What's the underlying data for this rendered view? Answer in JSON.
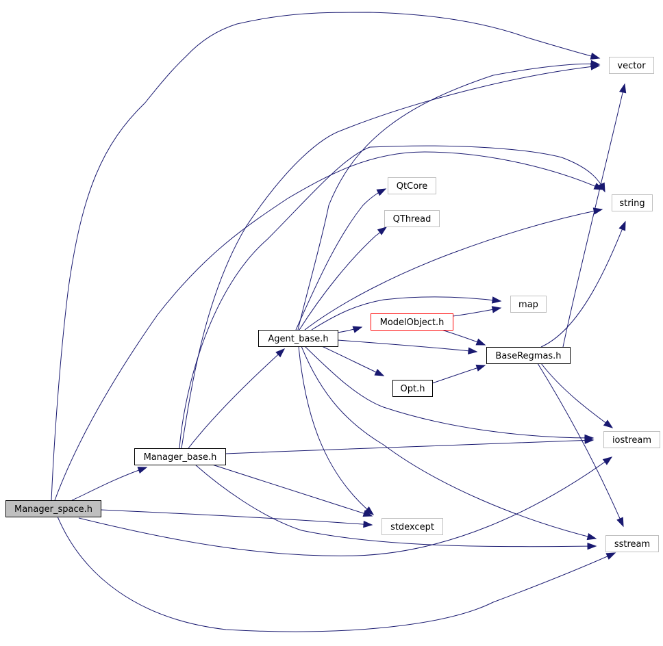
{
  "colors": {
    "edge": "#191970",
    "root_fill": "#bfbfbf",
    "documented_border": "#000000",
    "external_border": "#bfbfbf",
    "undocumented_border": "#ff0000",
    "background": "#ffffff"
  },
  "nodes": [
    {
      "id": "manager_space",
      "label": "Manager_space.h",
      "kind": "root"
    },
    {
      "id": "manager_base",
      "label": "Manager_base.h",
      "kind": "documented"
    },
    {
      "id": "agent_base",
      "label": "Agent_base.h",
      "kind": "documented"
    },
    {
      "id": "modelobject",
      "label": "ModelObject.h",
      "kind": "undocumented"
    },
    {
      "id": "baseregmas",
      "label": "BaseRegmas.h",
      "kind": "documented"
    },
    {
      "id": "opt",
      "label": "Opt.h",
      "kind": "documented"
    },
    {
      "id": "vector",
      "label": "vector",
      "kind": "external"
    },
    {
      "id": "string",
      "label": "string",
      "kind": "external"
    },
    {
      "id": "qtcore",
      "label": "QtCore",
      "kind": "external"
    },
    {
      "id": "qthread",
      "label": "QThread",
      "kind": "external"
    },
    {
      "id": "map",
      "label": "map",
      "kind": "external"
    },
    {
      "id": "iostream",
      "label": "iostream",
      "kind": "external"
    },
    {
      "id": "stdexcept",
      "label": "stdexcept",
      "kind": "external"
    },
    {
      "id": "sstream",
      "label": "sstream",
      "kind": "external"
    }
  ],
  "edges": [
    {
      "from": "manager_space",
      "to": "vector"
    },
    {
      "from": "manager_space",
      "to": "string"
    },
    {
      "from": "manager_space",
      "to": "manager_base"
    },
    {
      "from": "manager_space",
      "to": "stdexcept"
    },
    {
      "from": "manager_space",
      "to": "iostream"
    },
    {
      "from": "manager_space",
      "to": "sstream"
    },
    {
      "from": "manager_base",
      "to": "vector"
    },
    {
      "from": "manager_base",
      "to": "string"
    },
    {
      "from": "manager_base",
      "to": "agent_base"
    },
    {
      "from": "manager_base",
      "to": "iostream"
    },
    {
      "from": "manager_base",
      "to": "stdexcept"
    },
    {
      "from": "manager_base",
      "to": "sstream"
    },
    {
      "from": "agent_base",
      "to": "vector"
    },
    {
      "from": "agent_base",
      "to": "qtcore"
    },
    {
      "from": "agent_base",
      "to": "qthread"
    },
    {
      "from": "agent_base",
      "to": "string"
    },
    {
      "from": "agent_base",
      "to": "map"
    },
    {
      "from": "agent_base",
      "to": "modelobject"
    },
    {
      "from": "agent_base",
      "to": "baseregmas"
    },
    {
      "from": "agent_base",
      "to": "opt"
    },
    {
      "from": "agent_base",
      "to": "iostream"
    },
    {
      "from": "agent_base",
      "to": "stdexcept"
    },
    {
      "from": "agent_base",
      "to": "sstream"
    },
    {
      "from": "modelobject",
      "to": "map"
    },
    {
      "from": "modelobject",
      "to": "baseregmas"
    },
    {
      "from": "opt",
      "to": "baseregmas"
    },
    {
      "from": "baseregmas",
      "to": "vector"
    },
    {
      "from": "baseregmas",
      "to": "string"
    },
    {
      "from": "baseregmas",
      "to": "iostream"
    },
    {
      "from": "baseregmas",
      "to": "sstream"
    }
  ]
}
